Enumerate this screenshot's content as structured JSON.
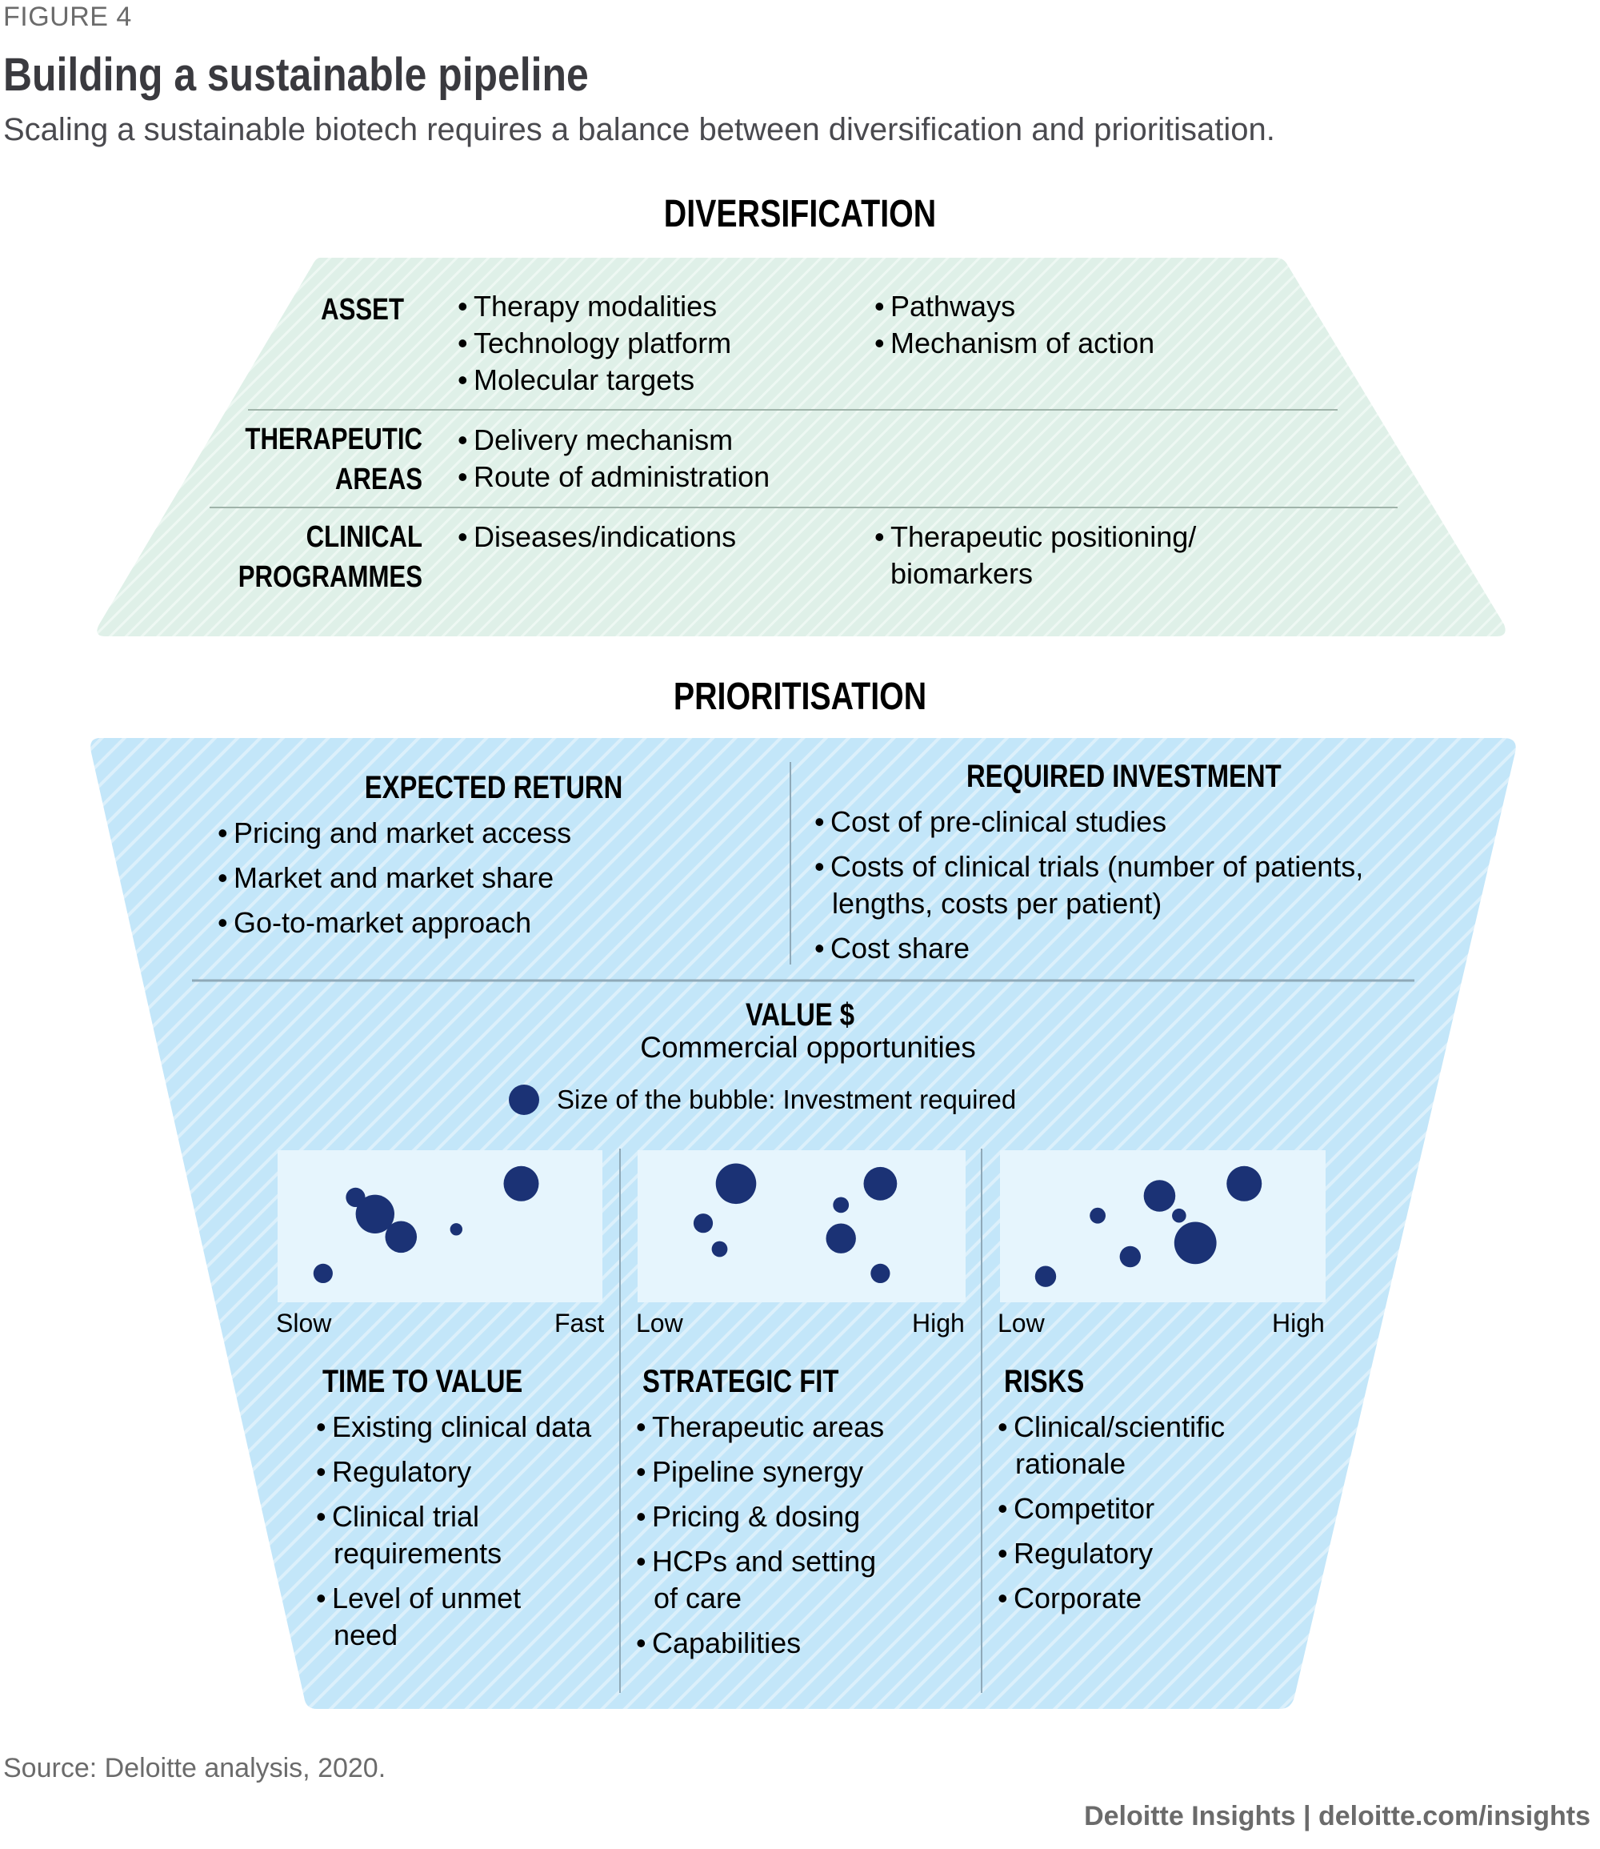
{
  "header": {
    "figure_label": "FIGURE 4",
    "title": "Building a sustainable pipeline",
    "subtitle": "Scaling a sustainable biotech requires a balance between diversification and prioritisation."
  },
  "diversification": {
    "heading": "DIVERSIFICATION",
    "fill_color": "#dff0e8",
    "rows": [
      {
        "label_lines": [
          "ASSET"
        ],
        "col1": [
          "Therapy modalities",
          "Technology platform",
          "Molecular targets"
        ],
        "col2": [
          "Pathways",
          "Mechanism of action"
        ]
      },
      {
        "label_lines": [
          "THERAPEUTIC",
          "AREAS"
        ],
        "col1": [
          "Delivery mechanism",
          "Route of administration"
        ],
        "col2": []
      },
      {
        "label_lines": [
          "CLINICAL",
          "PROGRAMMES"
        ],
        "col1": [
          "Diseases/indications"
        ],
        "col2": [
          "Therapeutic positioning/ biomarkers"
        ]
      }
    ]
  },
  "prioritisation": {
    "heading": "PRIORITISATION",
    "fill_color": "#c3e6f9",
    "expected_return": {
      "heading": "EXPECTED RETURN",
      "items": [
        "Pricing and market access",
        "Market and market share",
        "Go-to-market approach"
      ]
    },
    "required_investment": {
      "heading": "REQUIRED INVESTMENT",
      "items": [
        "Cost of pre-clinical studies",
        "Costs of clinical trials (number of patients,",
        "lengths, costs per patient)",
        "Cost share"
      ]
    },
    "value": {
      "heading": "VALUE $",
      "subheading": "Commercial opportunities",
      "legend": "Size of the bubble: Investment required"
    },
    "columns": [
      {
        "heading": "TIME TO VALUE",
        "items": [
          "Existing clinical data",
          "Regulatory",
          "Clinical trial",
          "requirements",
          "Level of unmet",
          "need"
        ]
      },
      {
        "heading": "STRATEGIC FIT",
        "items": [
          "Therapeutic areas",
          "Pipeline synergy",
          "Pricing & dosing",
          "HCPs and setting",
          "of care",
          "Capabilities"
        ]
      },
      {
        "heading": "RISKS",
        "items": [
          "Clinical/scientific",
          "rationale",
          "Competitor",
          "Regulatory",
          "Corporate"
        ]
      }
    ]
  },
  "chart_data": [
    {
      "type": "scatter",
      "title": "Time to value",
      "x_low_label": "Slow",
      "x_high_label": "Fast",
      "bubble_color": "#1b3275",
      "xlim": [
        0,
        1
      ],
      "ylim": [
        0,
        1
      ],
      "points": [
        {
          "x": 0.14,
          "y": 0.19,
          "size": 0.55
        },
        {
          "x": 0.24,
          "y": 0.69,
          "size": 0.55
        },
        {
          "x": 0.3,
          "y": 0.58,
          "size": 1.1
        },
        {
          "x": 0.38,
          "y": 0.43,
          "size": 0.9
        },
        {
          "x": 0.55,
          "y": 0.48,
          "size": 0.35
        },
        {
          "x": 0.75,
          "y": 0.74,
          "size": 0.45
        },
        {
          "x": 0.75,
          "y": 0.78,
          "size": 1.0
        }
      ]
    },
    {
      "type": "scatter",
      "title": "Strategic fit",
      "x_low_label": "Low",
      "x_high_label": "High",
      "bubble_color": "#1b3275",
      "xlim": [
        0,
        1
      ],
      "ylim": [
        0,
        1
      ],
      "points": [
        {
          "x": 0.3,
          "y": 0.78,
          "size": 1.15
        },
        {
          "x": 0.2,
          "y": 0.52,
          "size": 0.55
        },
        {
          "x": 0.25,
          "y": 0.35,
          "size": 0.45
        },
        {
          "x": 0.62,
          "y": 0.64,
          "size": 0.45
        },
        {
          "x": 0.74,
          "y": 0.78,
          "size": 0.95
        },
        {
          "x": 0.62,
          "y": 0.42,
          "size": 0.85
        },
        {
          "x": 0.74,
          "y": 0.19,
          "size": 0.55
        }
      ]
    },
    {
      "type": "scatter",
      "title": "Risks",
      "x_low_label": "Low",
      "x_high_label": "High",
      "bubble_color": "#1b3275",
      "xlim": [
        0,
        1
      ],
      "ylim": [
        0,
        1
      ],
      "points": [
        {
          "x": 0.14,
          "y": 0.17,
          "size": 0.6
        },
        {
          "x": 0.3,
          "y": 0.57,
          "size": 0.45
        },
        {
          "x": 0.4,
          "y": 0.3,
          "size": 0.6
        },
        {
          "x": 0.49,
          "y": 0.7,
          "size": 0.9
        },
        {
          "x": 0.55,
          "y": 0.57,
          "size": 0.4
        },
        {
          "x": 0.6,
          "y": 0.39,
          "size": 1.2
        },
        {
          "x": 0.75,
          "y": 0.78,
          "size": 1.0
        }
      ]
    }
  ],
  "footer": {
    "source": "Source: Deloitte analysis, 2020.",
    "brand": "Deloitte Insights | deloitte.com/insights"
  }
}
